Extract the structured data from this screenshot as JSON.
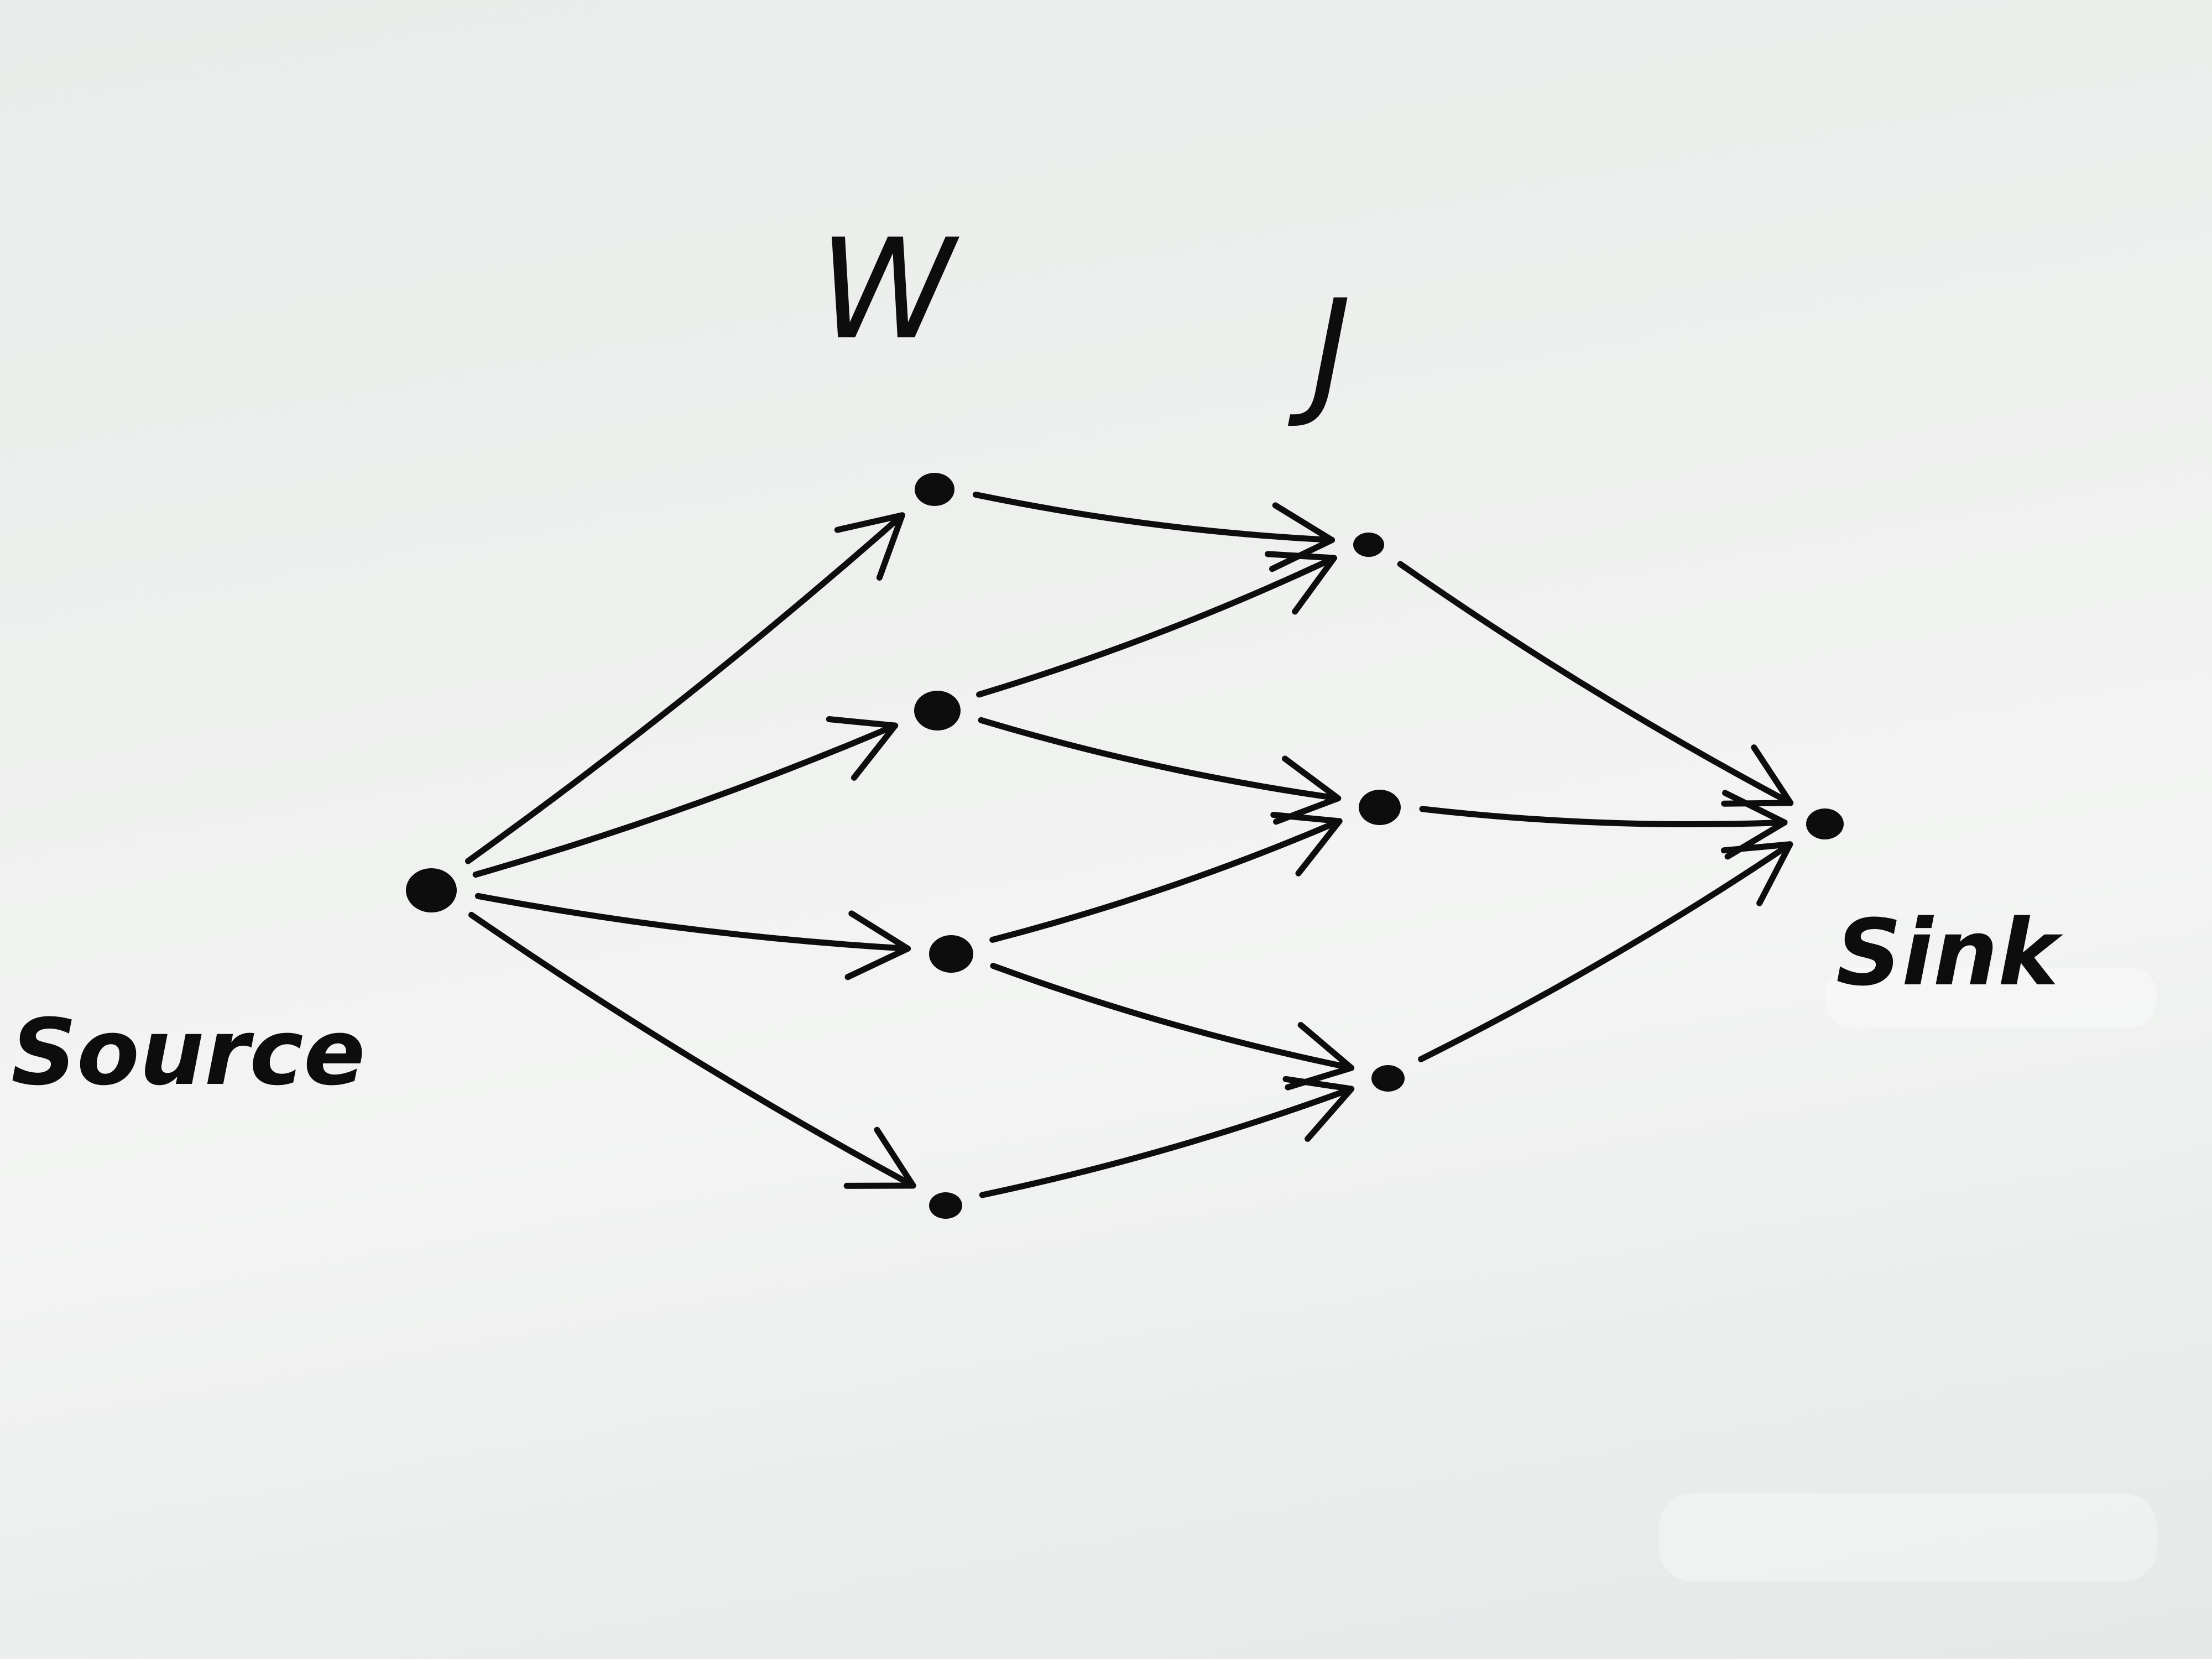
{
  "labels": {
    "workers": "W",
    "jobs": "J",
    "source": "Source",
    "sink": "Sink"
  },
  "diagram": {
    "nodes": [
      {
        "id": "source",
        "group": "source"
      },
      {
        "id": "w1",
        "group": "W"
      },
      {
        "id": "w2",
        "group": "W"
      },
      {
        "id": "w3",
        "group": "W"
      },
      {
        "id": "w4",
        "group": "W"
      },
      {
        "id": "j1",
        "group": "J"
      },
      {
        "id": "j2",
        "group": "J"
      },
      {
        "id": "j3",
        "group": "J"
      },
      {
        "id": "sink",
        "group": "sink"
      }
    ],
    "edges": [
      {
        "from": "source",
        "to": "w1"
      },
      {
        "from": "source",
        "to": "w2"
      },
      {
        "from": "source",
        "to": "w3"
      },
      {
        "from": "source",
        "to": "w4"
      },
      {
        "from": "w1",
        "to": "j1"
      },
      {
        "from": "w2",
        "to": "j1"
      },
      {
        "from": "w2",
        "to": "j2"
      },
      {
        "from": "w3",
        "to": "j2"
      },
      {
        "from": "w3",
        "to": "j3"
      },
      {
        "from": "w4",
        "to": "j3"
      },
      {
        "from": "j1",
        "to": "sink"
      },
      {
        "from": "j2",
        "to": "sink"
      },
      {
        "from": "j3",
        "to": "sink"
      }
    ]
  },
  "colors": {
    "ink": "#0d0d0d",
    "board": "#eef0ee"
  }
}
